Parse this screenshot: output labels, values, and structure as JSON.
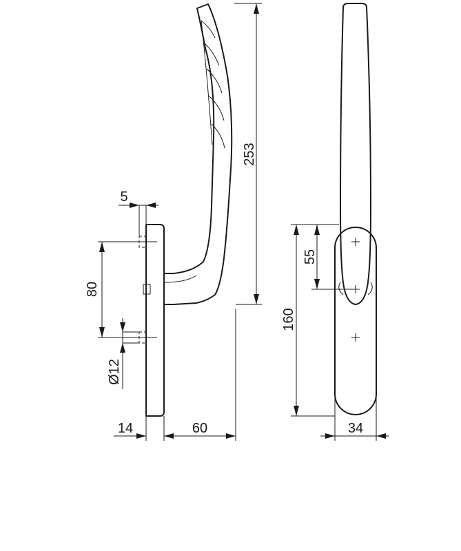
{
  "dimensions": {
    "shift_5": "5",
    "spacing_80": "80",
    "hole_d12": "Ø12",
    "plate_thickness_14": "14",
    "projection_60": "60",
    "overall_height_253": "253",
    "upper_spacing_55": "55",
    "plate_length_160": "160",
    "plate_width_34": "34"
  },
  "colors": {
    "line": "#1a1a1a",
    "background": "#ffffff"
  }
}
